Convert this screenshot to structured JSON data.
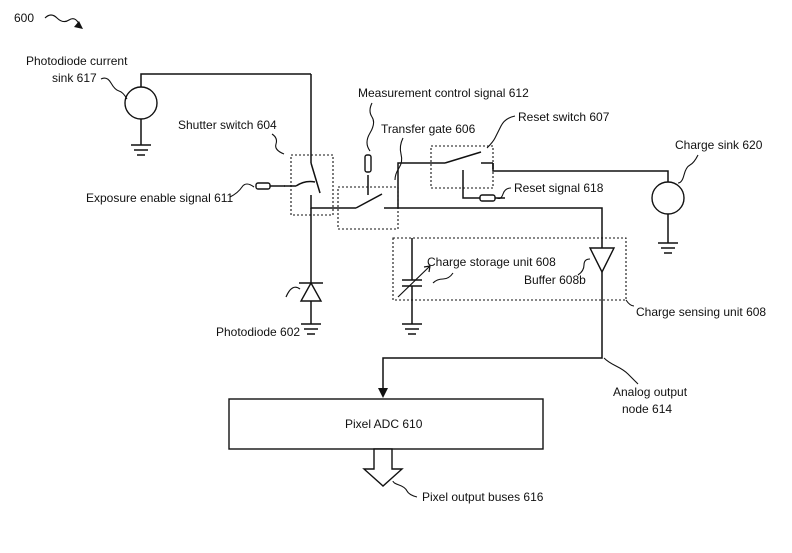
{
  "figure_number": "600",
  "labels": {
    "photodiode_current_sink_line1": "Photodiode current",
    "photodiode_current_sink_line2": "sink 617",
    "shutter_switch": "Shutter switch 604",
    "measurement_control_signal": "Measurement control signal 612",
    "transfer_gate": "Transfer gate 606",
    "reset_switch": "Reset switch 607",
    "charge_sink": "Charge sink 620",
    "exposure_enable_signal": "Exposure enable signal 611",
    "reset_signal": "Reset signal 618",
    "charge_storage_unit": "Charge storage unit 608",
    "buffer": "Buffer 608b",
    "charge_sensing_unit": "Charge sensing unit 608",
    "photodiode": "Photodiode 602",
    "analog_output_line1": "Analog output",
    "analog_output_line2": "node 614",
    "pixel_adc": "Pixel ADC 610",
    "pixel_output_buses": "Pixel output buses 616"
  },
  "colors": {
    "ink": "#111111",
    "background": "#ffffff"
  }
}
